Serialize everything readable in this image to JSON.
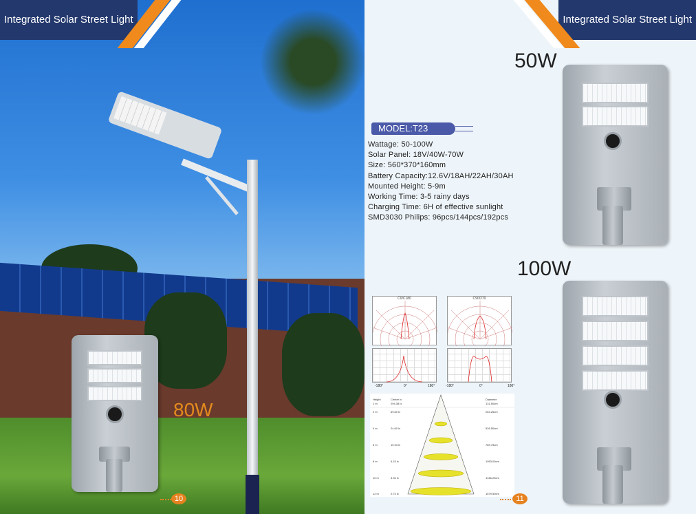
{
  "brand": {
    "accent": "#f08a1c",
    "banner": "#23386d",
    "model_bg": "#4a5aa8",
    "watt80_color": "#e28a1d"
  },
  "left": {
    "banner": "Integrated Solar Street Light",
    "watt_label": "80W",
    "page": "10"
  },
  "right": {
    "banner": "Integrated Solar Street Light",
    "watt_50": "50W",
    "watt_100": "100W",
    "page": "11",
    "model": "MODEL:T23",
    "specs": [
      "Wattage: 50-100W",
      "Solar Panel: 18V/40W-70W",
      "Size: 560*370*160mm",
      "Battery Capacity:12.6V/18AH/22AH/30AH",
      "Mounted Height: 5-9m",
      "Working Time: 3-5 rainy days",
      "Charging Time: 6H of effective sunlight",
      "SMD3030 Philips: 96pcs/144pcs/192pcs"
    ],
    "polar1": "C0/C180",
    "polar2": "C90/270",
    "axes": [
      "-180°",
      "0°",
      "180°",
      "-180°",
      "0°",
      "180°"
    ],
    "cone_head": [
      "Height",
      "Center lx",
      "Diameter"
    ],
    "cone_rows": [
      [
        "1 m",
        "294.38 lx",
        "131.50cm"
      ],
      [
        "2 m",
        "69.60 lx",
        "263.25cm"
      ],
      [
        "4 m",
        "24.60 lx",
        "526.50cm"
      ],
      [
        "6 m",
        "10.93 lx",
        "789.75cm"
      ],
      [
        "8 m",
        "6.15 lx",
        "1053.00cm"
      ],
      [
        "10 m",
        "3.94 lx",
        "1316.25cm"
      ],
      [
        "12 m",
        "2.74 lx",
        "1579.50cm"
      ]
    ]
  }
}
